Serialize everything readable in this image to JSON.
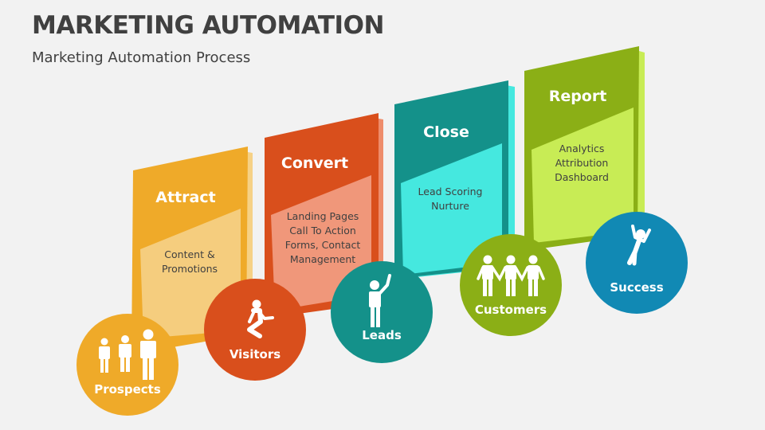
{
  "header": {
    "title": "MARKETING AUTOMATION",
    "subtitle": "Marketing Automation Process"
  },
  "stages": [
    {
      "title": "Attract",
      "items": [
        "Content &",
        "Promotions"
      ],
      "colors": {
        "dark": "#efaa29",
        "light": "#f5cd7e",
        "back": "#f6d185"
      },
      "circle": {
        "label": "Prospects",
        "icon": "group-of-people-icon",
        "color": "#efaa29"
      }
    },
    {
      "title": "Convert",
      "items": [
        "Landing Pages",
        "Call To Action",
        "Forms, Contact",
        "Management"
      ],
      "colors": {
        "dark": "#d94f1c",
        "light": "#f0977a",
        "back": "#ee8c6b"
      },
      "circle": {
        "label": "Visitors",
        "icon": "running-person-icon",
        "color": "#d94f1c"
      }
    },
    {
      "title": "Close",
      "items": [
        "Lead Scoring",
        "Nurture"
      ],
      "colors": {
        "dark": "#14918a",
        "light": "#45e8df",
        "back": "#45e8df"
      },
      "circle": {
        "label": "Leads",
        "icon": "person-raising-hand-icon",
        "color": "#14918a"
      }
    },
    {
      "title": "Report",
      "items": [
        "Analytics",
        "Attribution",
        "Dashboard"
      ],
      "colors": {
        "dark": "#8baf16",
        "light": "#c8ec55",
        "back": "#c8ec55"
      },
      "circle": {
        "label": "Customers",
        "icon": "people-holding-hands-icon",
        "color": "#8baf16"
      }
    }
  ],
  "final_circle": {
    "label": "Success",
    "icon": "celebrating-person-icon",
    "color": "#1189b4"
  }
}
